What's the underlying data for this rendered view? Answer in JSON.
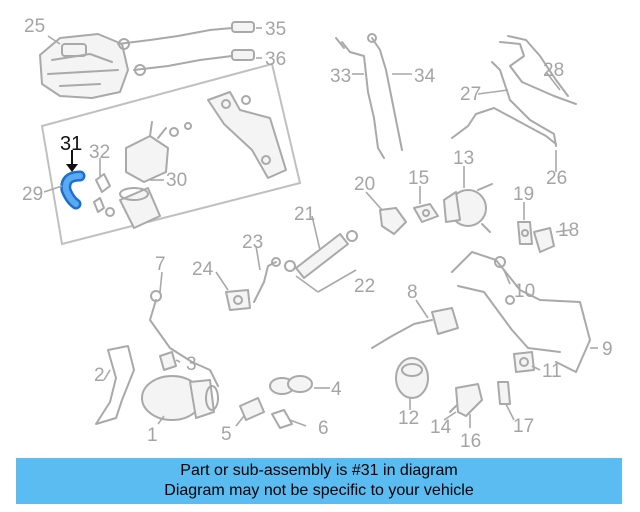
{
  "colors": {
    "banner_background": "#5bbcf2",
    "highlight_part": "#1c6fd1",
    "part_lines": "#a9a9a9"
  },
  "highlighted_part": "31",
  "callouts": [
    "25",
    "35",
    "36",
    "33",
    "34",
    "28",
    "27",
    "31",
    "32",
    "29",
    "30",
    "13",
    "20",
    "15",
    "19",
    "18",
    "26",
    "21",
    "23",
    "22",
    "24",
    "7",
    "10",
    "8",
    "9",
    "2",
    "3",
    "11",
    "4",
    "1",
    "12",
    "5",
    "6",
    "14",
    "16",
    "17"
  ],
  "banner": {
    "line1": "Part or sub-assembly is #31 in diagram",
    "line2": "Diagram may not be specific to your vehicle"
  }
}
